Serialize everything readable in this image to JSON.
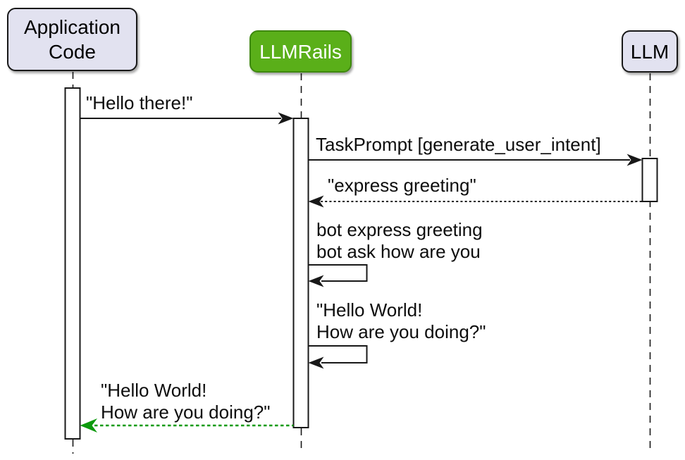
{
  "diagram": {
    "kind": "sequence-diagram",
    "background": "#ffffff"
  },
  "colors": {
    "line": "#181818",
    "text": "#0d0d0d",
    "participant_fill": "#e2e2f0",
    "participant_border": "#181818",
    "llmrails_fill": "#5aaf19",
    "llmrails_border": "#3e880e",
    "llmrails_text": "#ffffff",
    "return_arrow_green": "#0d9a0d"
  },
  "participants": [
    {
      "id": "application-code",
      "lines": [
        "Application",
        "Code"
      ]
    },
    {
      "id": "llmrails",
      "lines": [
        "LLMRails"
      ]
    },
    {
      "id": "llm",
      "lines": [
        "LLM"
      ]
    }
  ],
  "messages": [
    {
      "from": "application-code",
      "to": "llmrails",
      "style": "solid",
      "label": "\"Hello there!\""
    },
    {
      "from": "llmrails",
      "to": "llm",
      "style": "solid",
      "label": "TaskPrompt [generate_user_intent]"
    },
    {
      "from": "llm",
      "to": "llmrails",
      "style": "dotted",
      "label": "\"express greeting\""
    },
    {
      "from": "llmrails",
      "to": "llmrails",
      "style": "self",
      "lines": [
        "bot express greeting",
        "bot ask how are you"
      ]
    },
    {
      "from": "llmrails",
      "to": "llmrails",
      "style": "self",
      "lines": [
        "\"Hello World!",
        "How are you doing?\""
      ]
    },
    {
      "from": "llmrails",
      "to": "application-code",
      "style": "dotted-green",
      "lines": [
        "\"Hello World!",
        "How are you doing?\""
      ]
    }
  ]
}
